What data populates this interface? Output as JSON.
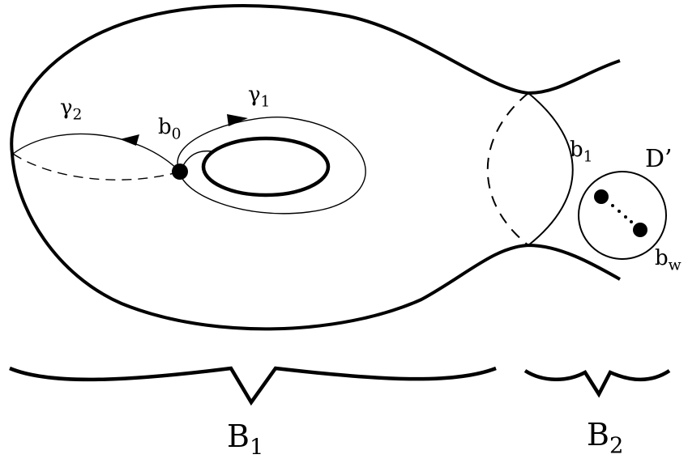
{
  "labels": {
    "gamma1": {
      "base": "γ",
      "sub": "1"
    },
    "gamma2": {
      "base": "γ",
      "sub": "2"
    },
    "b0": {
      "base": "b",
      "sub": "0"
    },
    "b1": {
      "base": "b",
      "sub": "1"
    },
    "bw": {
      "base": "b",
      "sub": "w"
    },
    "dprime": {
      "base": "D’",
      "sub": ""
    },
    "B1": {
      "base": "B",
      "sub": "1"
    },
    "B2": {
      "base": "B",
      "sub": "2"
    }
  }
}
